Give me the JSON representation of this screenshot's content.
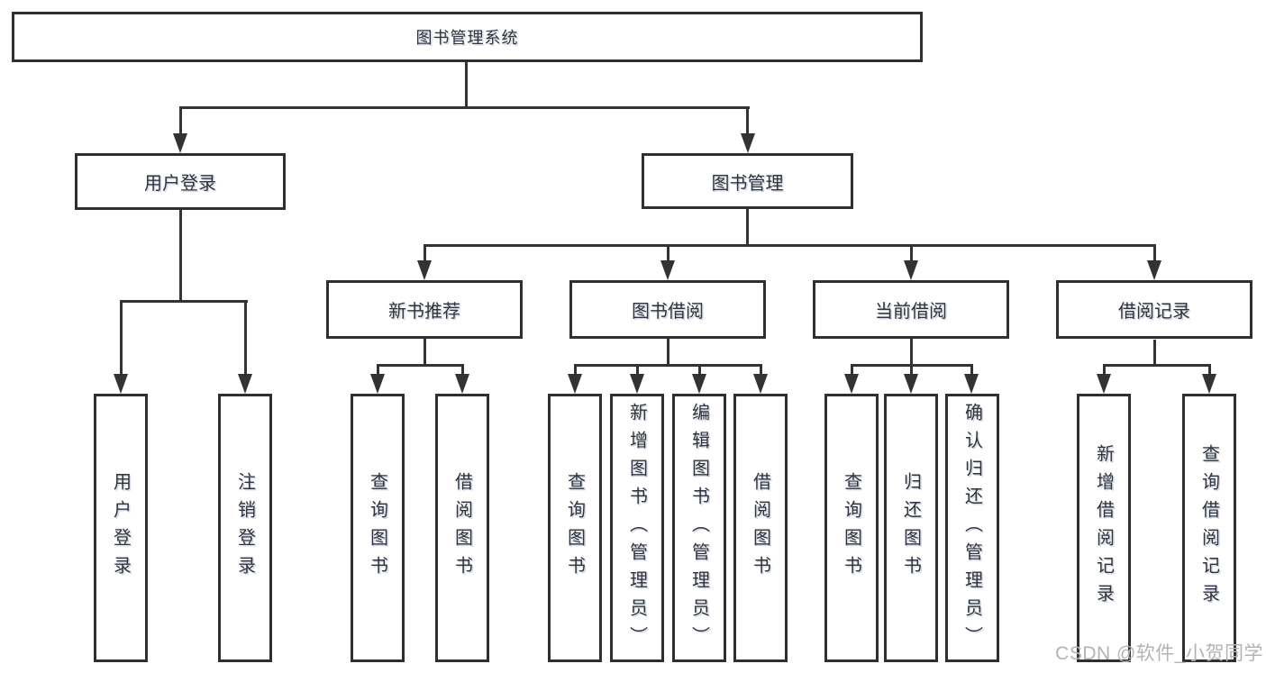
{
  "diagram": {
    "root": {
      "label": "图书管理系统"
    },
    "login_branch": {
      "label": "用户登录",
      "leaves": [
        "用户登录",
        "注销登录"
      ]
    },
    "mgmt_branch": {
      "label": "图书管理",
      "groups": [
        {
          "label": "新书推荐",
          "leaves": [
            "查询图书",
            "借阅图书"
          ]
        },
        {
          "label": "图书借阅",
          "leaves": [
            "查询图书",
            "新增图书（管理员）",
            "编辑图书（管理员）",
            "借阅图书"
          ]
        },
        {
          "label": "当前借阅",
          "leaves": [
            "查询图书",
            "归还图书",
            "确认归还（管理员）"
          ]
        },
        {
          "label": "借阅记录",
          "leaves": [
            "新增借阅记录",
            "查询借阅记录"
          ]
        }
      ]
    }
  },
  "watermark": "CSDN @软件_小贺同学",
  "colors": {
    "line": "#333333",
    "box_border": "#2f2f2f",
    "text": "#333333",
    "watermark": "#b3b3b3",
    "background": "#ffffff"
  }
}
